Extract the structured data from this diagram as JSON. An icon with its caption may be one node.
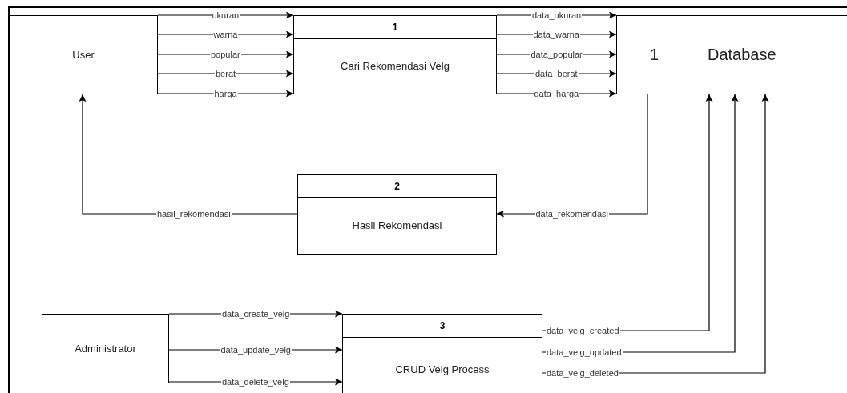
{
  "diagram": {
    "nodes": [
      {
        "text": [
          "User"
        ]
      },
      {
        "text": [
          "1",
          "Cari Rekomendasi Velg"
        ]
      },
      {
        "text": [
          "1",
          "Database"
        ]
      },
      {
        "text": [
          "2",
          "Hasil Rekomendasi"
        ]
      },
      {
        "text": [
          "Administrator"
        ]
      },
      {
        "text": [
          "3",
          "CRUD Velg Process"
        ]
      }
    ],
    "edges": [
      {
        "from": 0,
        "to": 1,
        "arrow": "to",
        "label": "ukuran"
      },
      {
        "from": 0,
        "to": 1,
        "arrow": "to",
        "label": "warna"
      },
      {
        "from": 0,
        "to": 1,
        "arrow": "to",
        "label": "popular"
      },
      {
        "from": 0,
        "to": 1,
        "arrow": "to",
        "label": "berat"
      },
      {
        "from": 0,
        "to": 1,
        "arrow": "to",
        "label": "harga"
      },
      {
        "from": 1,
        "to": 2,
        "arrow": "to",
        "label": "data_ukuran"
      },
      {
        "from": 1,
        "to": 2,
        "arrow": "to",
        "label": "data_warna"
      },
      {
        "from": 1,
        "to": 2,
        "arrow": "to",
        "label": "data_popular"
      },
      {
        "from": 1,
        "to": 2,
        "arrow": "to",
        "label": "data_berat"
      },
      {
        "from": 1,
        "to": 2,
        "arrow": "to",
        "label": "data_harga"
      },
      {
        "from": 2,
        "to": 3,
        "arrow": "to",
        "label": "data_rekomendasi"
      },
      {
        "from": 3,
        "to": 0,
        "arrow": "to",
        "label": "hasil_rekomendasi"
      },
      {
        "from": 4,
        "to": 5,
        "arrow": "to",
        "label": "data_create_velg"
      },
      {
        "from": 4,
        "to": 5,
        "arrow": "to",
        "label": "data_update_velg"
      },
      {
        "from": 4,
        "to": 5,
        "arrow": "to",
        "label": "data_delete_velg"
      },
      {
        "from": 5,
        "to": 2,
        "arrow": "to",
        "label": "data_velg_created"
      },
      {
        "from": 5,
        "to": 2,
        "arrow": "to",
        "label": "data_velg_updated"
      },
      {
        "from": 5,
        "to": 2,
        "arrow": "to",
        "label": "data_velg_deleted"
      }
    ]
  }
}
